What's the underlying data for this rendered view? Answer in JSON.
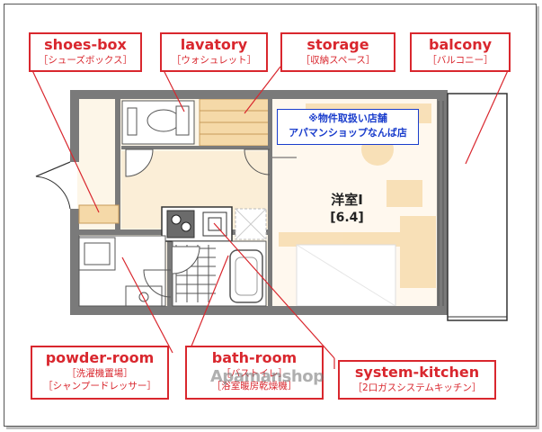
{
  "labels": {
    "shoes_box": {
      "en": "shoes-box",
      "jp": "［シューズボックス］"
    },
    "lavatory": {
      "en": "lavatory",
      "jp": "［ウォシュレット］"
    },
    "storage": {
      "en": "storage",
      "jp": "［収納スペース］"
    },
    "balcony": {
      "en": "balcony",
      "jp": "［バルコニー］"
    },
    "powder_room": {
      "en": "powder-room",
      "jp1": "［洗濯機置場］",
      "jp2": "［シャンプードレッサー］"
    },
    "bath_room": {
      "en": "bath-room",
      "jp1": "［バストイレ］",
      "jp2": "［浴室暖房乾燥機］"
    },
    "system_kitchen": {
      "en": "system-kitchen",
      "jp": "［2口ガスシステムキッチン］"
    }
  },
  "room": {
    "name": "洋室Ⅰ",
    "size": "[6.4]"
  },
  "notice": {
    "line1": "※物件取扱い店舗",
    "line2": "アパマンショップなんば店"
  },
  "watermark": "Apamanshop",
  "colors": {
    "accent": "#d9272e",
    "notice": "#1a3dcc",
    "wall": "#7a7a7a",
    "floor_wood": "#f5d9a8",
    "floor_room": "#fdf6e8"
  }
}
